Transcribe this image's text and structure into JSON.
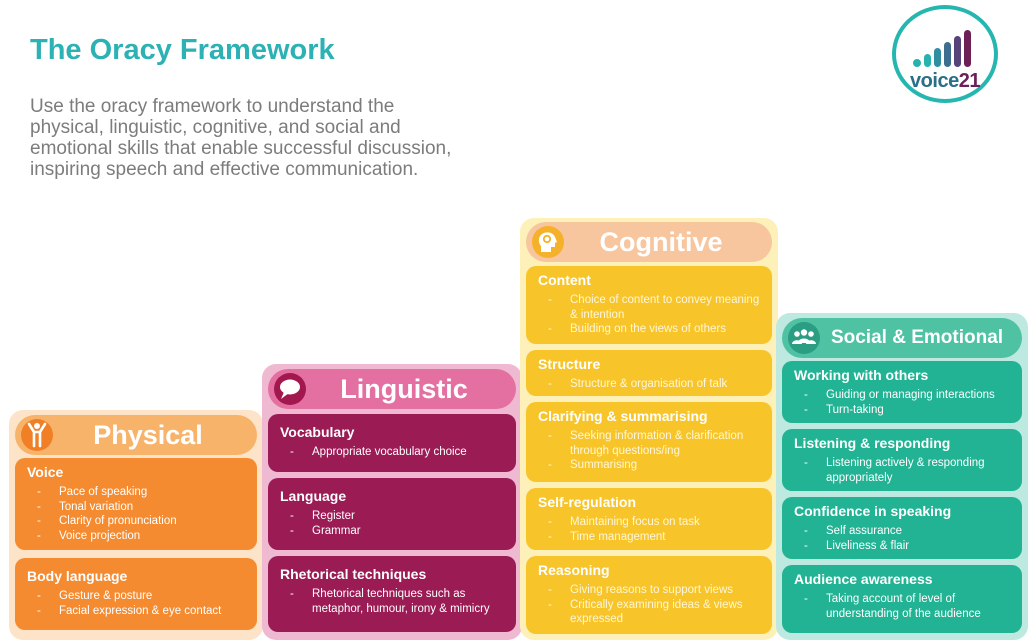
{
  "title": "The Oracy Framework",
  "intro": "Use the oracy framework to understand the physical, linguistic, cognitive, and social and emotional skills that enable successful discussion, inspiring speech and effective communication.",
  "logo": {
    "word": "voice",
    "number": "21"
  },
  "colors": {
    "physical": "#f48b30",
    "linguistic": "#9b1b55",
    "cognitive": "#f7c529",
    "social": "#21b393",
    "title": "#2cb1b4"
  },
  "physical": {
    "heading": "Physical",
    "icon": "person-icon",
    "cards": [
      {
        "title": "Voice",
        "items": [
          "Pace of speaking",
          "Tonal variation",
          "Clarity of pronunciation",
          "Voice projection"
        ]
      },
      {
        "title": "Body language",
        "items": [
          "Gesture & posture",
          "Facial expression & eye contact"
        ]
      }
    ]
  },
  "linguistic": {
    "heading": "Linguistic",
    "icon": "speech-bubble-icon",
    "cards": [
      {
        "title": "Vocabulary",
        "items": [
          "Appropriate vocabulary choice"
        ]
      },
      {
        "title": "Language",
        "items": [
          "Register",
          "Grammar"
        ]
      },
      {
        "title": "Rhetorical techniques",
        "items": [
          "Rhetorical techniques such as metaphor, humour, irony & mimicry"
        ]
      }
    ]
  },
  "cognitive": {
    "heading": "Cognitive",
    "icon": "head-gear-icon",
    "cards": [
      {
        "title": "Content",
        "items": [
          "Choice of content to convey meaning & intention",
          "Building on the views of others"
        ]
      },
      {
        "title": "Structure",
        "items": [
          "Structure & organisation of talk"
        ]
      },
      {
        "title": "Clarifying & summarising",
        "items": [
          "Seeking information & clarification through questions/ing",
          "Summarising"
        ]
      },
      {
        "title": "Self-regulation",
        "items": [
          "Maintaining focus on task",
          "Time management"
        ]
      },
      {
        "title": "Reasoning",
        "items": [
          "Giving reasons to support views",
          "Critically examining ideas & views expressed"
        ]
      }
    ]
  },
  "social": {
    "heading": "Social & Emotional",
    "icon": "group-icon",
    "cards": [
      {
        "title": "Working with others",
        "items": [
          "Guiding or managing interactions",
          "Turn-taking"
        ]
      },
      {
        "title": "Listening & responding",
        "items": [
          "Listening actively & responding appropriately"
        ]
      },
      {
        "title": "Confidence in speaking",
        "items": [
          "Self assurance",
          "Liveliness & flair"
        ]
      },
      {
        "title": "Audience awareness",
        "items": [
          "Taking account of level of understanding of the audience"
        ]
      }
    ]
  }
}
